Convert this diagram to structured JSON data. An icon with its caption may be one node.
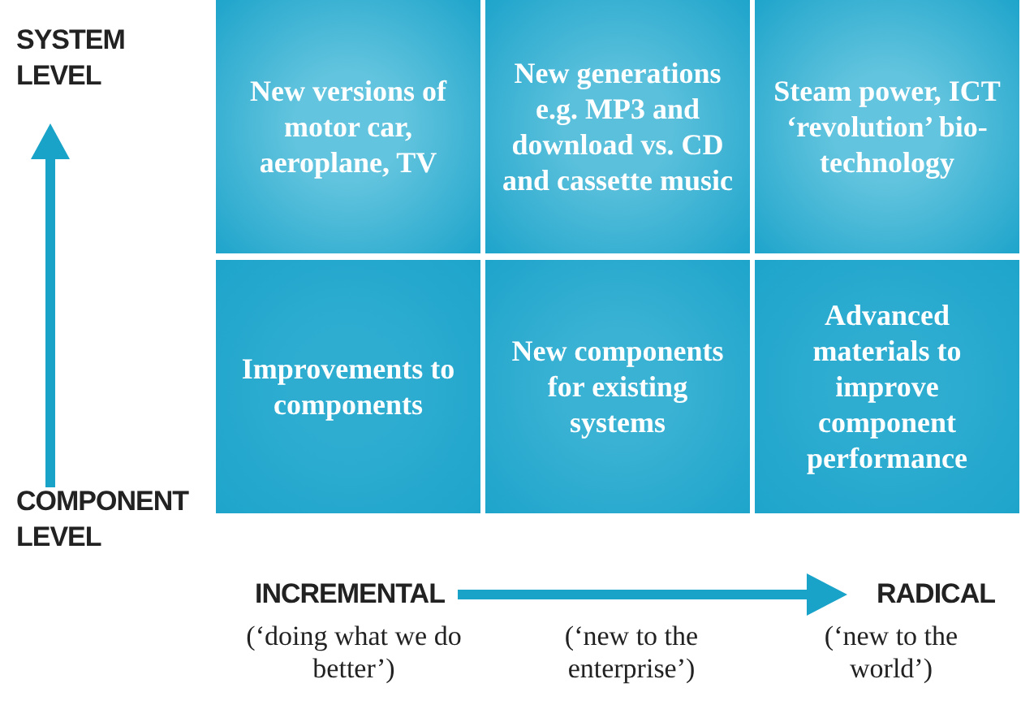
{
  "diagram": {
    "nodes": [
      {
        "text": [
          "New versions of motor car, aeroplane, TV"
        ]
      },
      {
        "text": [
          "New generations e.g. MP3 and download vs. CD and cassette music"
        ]
      },
      {
        "text": [
          "Steam power, ICT ‘revolution’ bio-technology"
        ]
      },
      {
        "text": [
          "Improvements to components"
        ]
      },
      {
        "text": [
          "New components for existing systems"
        ]
      },
      {
        "text": [
          "Advanced materials to improve component performance"
        ]
      }
    ],
    "edges": [],
    "labels": [
      "SYSTEM LEVEL",
      "COMPONENT LEVEL",
      "INCREMENTAL",
      "RADICAL",
      "(‘doing what we do better’)",
      "(‘new to the enterprise’)",
      "(‘new to the world’)"
    ]
  }
}
